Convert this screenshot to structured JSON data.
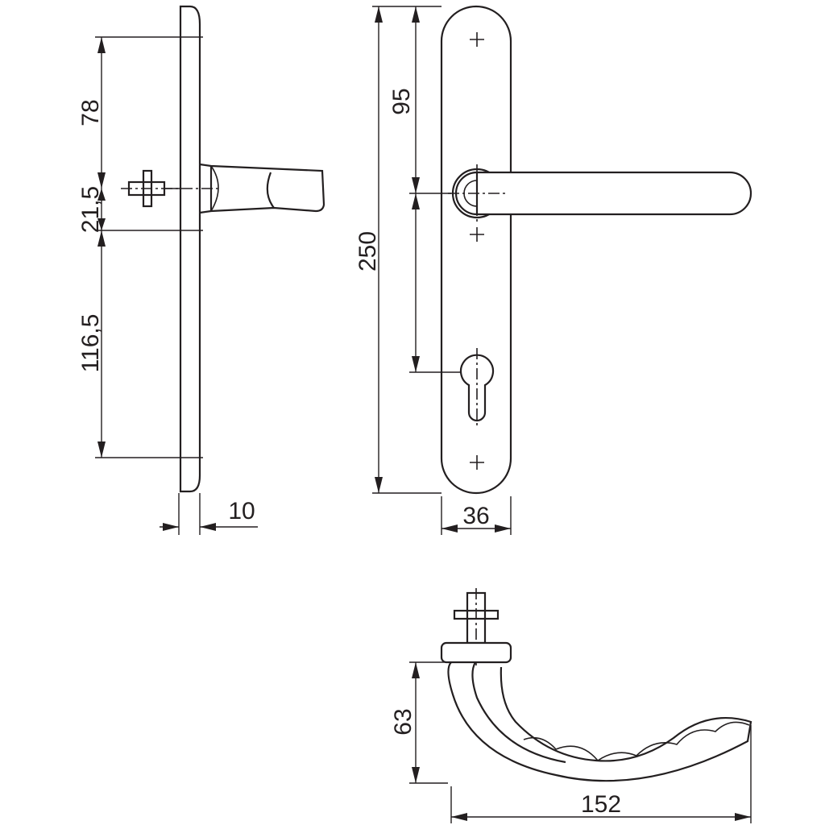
{
  "dimensions": {
    "side_upper": "78",
    "side_middle": "21,5",
    "side_lower": "116,5",
    "side_thickness": "10",
    "front_height": "250",
    "front_spindle_to_cylinder": "95",
    "front_width": "36",
    "lever_drop": "63",
    "lever_length": "152"
  },
  "colors": {
    "line": "#231f20",
    "background": "#ffffff"
  }
}
